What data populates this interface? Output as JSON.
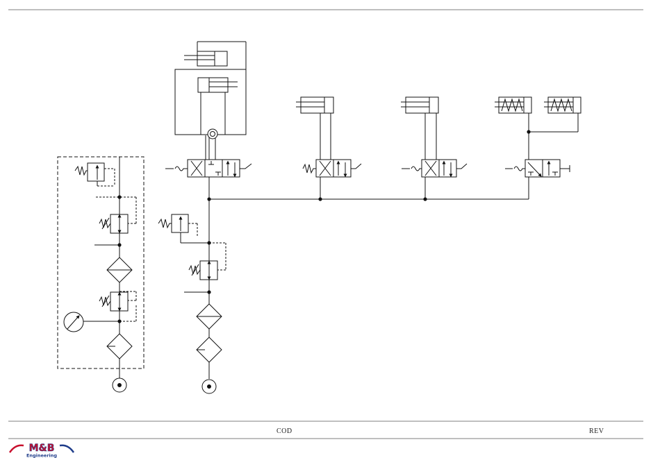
{
  "footer": {
    "cod_label": "COD",
    "rev_label": "REV"
  },
  "logo": {
    "text": "M&B",
    "subtext": "Engineering",
    "color_red": "#c8102e",
    "color_blue": "#1f3d8a"
  },
  "colors": {
    "line": "#111111",
    "frame": "#555555"
  }
}
